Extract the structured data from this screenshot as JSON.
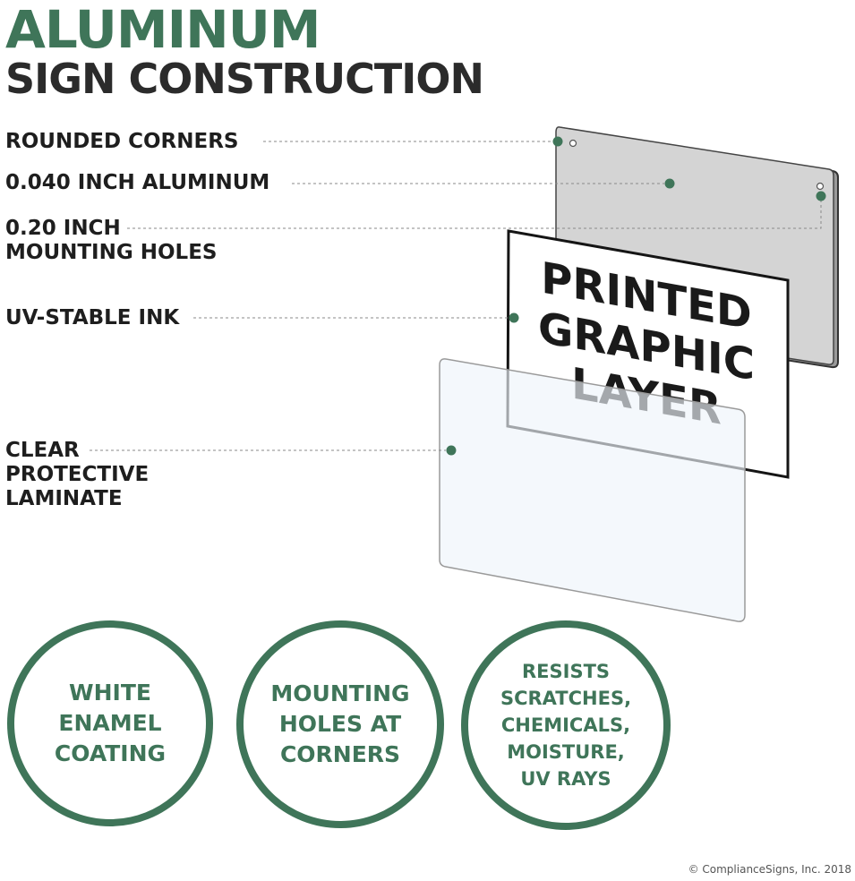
{
  "title": {
    "line1": "ALUMINUM",
    "line2": "SIGN CONSTRUCTION"
  },
  "labels": {
    "rounded_corners": "ROUNDED CORNERS",
    "aluminum": "0.040 INCH ALUMINUM",
    "mounting_holes": [
      "0.20 INCH",
      "MOUNTING HOLES"
    ],
    "uv_ink": "UV-STABLE INK",
    "laminate": [
      "CLEAR",
      "PROTECTIVE",
      "LAMINATE"
    ]
  },
  "printed_layer": [
    "PRINTED",
    "GRAPHIC",
    "LAYER"
  ],
  "features": [
    {
      "lines": [
        "WHITE",
        "ENAMEL",
        "COATING"
      ]
    },
    {
      "lines": [
        "MOUNTING",
        "HOLES AT",
        "CORNERS"
      ]
    },
    {
      "lines": [
        "RESISTS",
        "SCRATCHES,",
        "CHEMICALS,",
        "MOISTURE,",
        "UV RAYS"
      ]
    }
  ],
  "copyright": "© ComplianceSigns, Inc. 2018",
  "colors": {
    "accent_green": "#3f7559",
    "dark_text": "#1e1e1e",
    "aluminum_gray": "#d3d3d3",
    "laminate_tint": "#eef4fb"
  }
}
